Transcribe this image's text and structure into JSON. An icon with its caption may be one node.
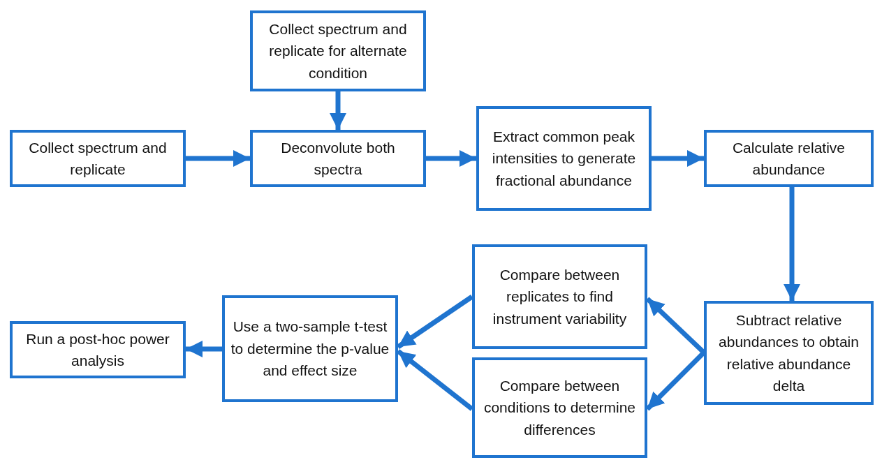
{
  "diagram": {
    "nodes": [
      {
        "text": [
          "Collect spectrum and replicate"
        ]
      },
      {
        "text": [
          "Collect spectrum and replicate for alternate condition"
        ]
      },
      {
        "text": [
          "Deconvolute both spectra"
        ]
      },
      {
        "text": [
          "Extract common peak intensities to generate fractional abundance"
        ]
      },
      {
        "text": [
          "Calculate relative abundance"
        ]
      },
      {
        "text": [
          "Subtract relative abundances to obtain relative abundance delta"
        ]
      },
      {
        "text": [
          "Compare between replicates to find instrument variability"
        ]
      },
      {
        "text": [
          "Compare between conditions to determine differences"
        ]
      },
      {
        "text": [
          "Use a two-sample t-test to determine the p-value and effect size"
        ]
      },
      {
        "text": [
          "Run a post-hoc power analysis"
        ]
      }
    ],
    "edges": [
      {
        "from": 0,
        "to": 2,
        "arrow": "to"
      },
      {
        "from": 1,
        "to": 2,
        "arrow": "to"
      },
      {
        "from": 2,
        "to": 3,
        "arrow": "to"
      },
      {
        "from": 3,
        "to": 4,
        "arrow": "to"
      },
      {
        "from": 4,
        "to": 5,
        "arrow": "to"
      },
      {
        "from": 5,
        "to": 6,
        "arrow": "to"
      },
      {
        "from": 5,
        "to": 7,
        "arrow": "to"
      },
      {
        "from": 6,
        "to": 8,
        "arrow": "to"
      },
      {
        "from": 7,
        "to": 8,
        "arrow": "to"
      },
      {
        "from": 8,
        "to": 9,
        "arrow": "to"
      }
    ]
  }
}
